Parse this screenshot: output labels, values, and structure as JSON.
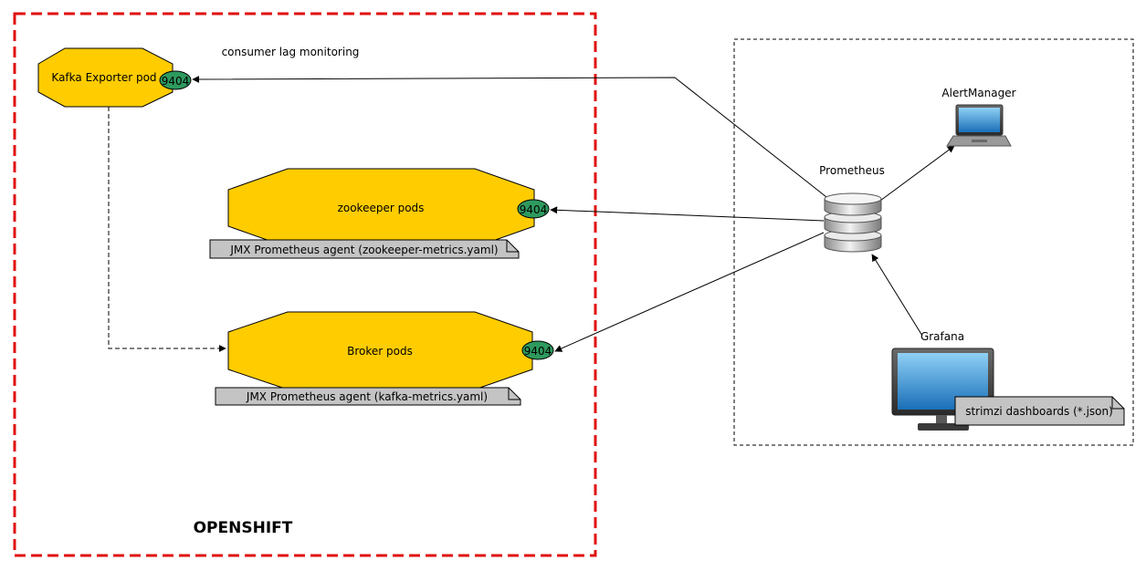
{
  "colors": {
    "pod_fill": "#ffcc00",
    "port_fill": "#2e9a5e",
    "openshift_border": "#e01010",
    "note_fill": "#c4c4c4"
  },
  "openshift": {
    "title": "OPENSHIFT"
  },
  "kafka_exporter": {
    "label": "Kafka Exporter pod",
    "port": "9404"
  },
  "zookeeper": {
    "label": "zookeeper pods",
    "port": "9404",
    "note": "JMX Prometheus agent (zookeeper-metrics.yaml)"
  },
  "broker": {
    "label": "Broker pods",
    "port": "9404",
    "note": "JMX Prometheus agent (kafka-metrics.yaml)"
  },
  "edge_labels": {
    "consumer_lag": "consumer lag monitoring"
  },
  "monitoring": {
    "prometheus": {
      "label": "Prometheus",
      "icon": "database-icon"
    },
    "alertmanager": {
      "label": "AlertManager",
      "icon": "laptop-icon"
    },
    "grafana": {
      "label": "Grafana",
      "icon": "monitor-icon",
      "note": "strimzi dashboards (*.json)"
    }
  }
}
